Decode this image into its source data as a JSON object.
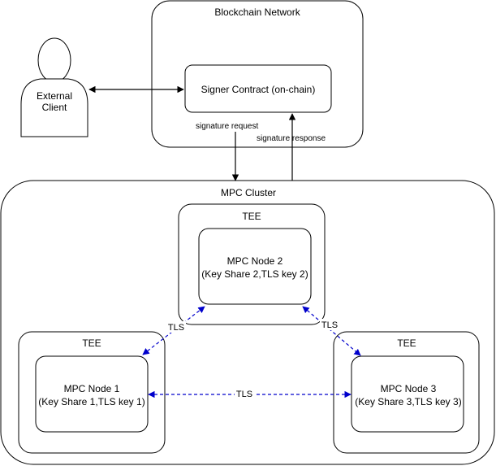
{
  "blockchain": {
    "title": "Blockchain Network",
    "contract_label": "Signer Contract (on-chain)"
  },
  "client": {
    "label_line1": "External",
    "label_line2": "Client"
  },
  "flows": {
    "request_label": "signature request",
    "response_label": "signature response"
  },
  "cluster": {
    "title": "MPC Cluster",
    "tee_label": "TEE",
    "tls_label": "TLS",
    "nodes": [
      {
        "name": "MPC Node 1",
        "detail": "(Key Share 1,TLS key 1)"
      },
      {
        "name": "MPC Node 2",
        "detail": "(Key Share 2,TLS key 2)"
      },
      {
        "name": "MPC Node 3",
        "detail": "(Key Share 3,TLS key 3)"
      }
    ]
  },
  "colors": {
    "stroke": "#000000",
    "tls_link": "#0000cc",
    "background": "#ffffff"
  }
}
